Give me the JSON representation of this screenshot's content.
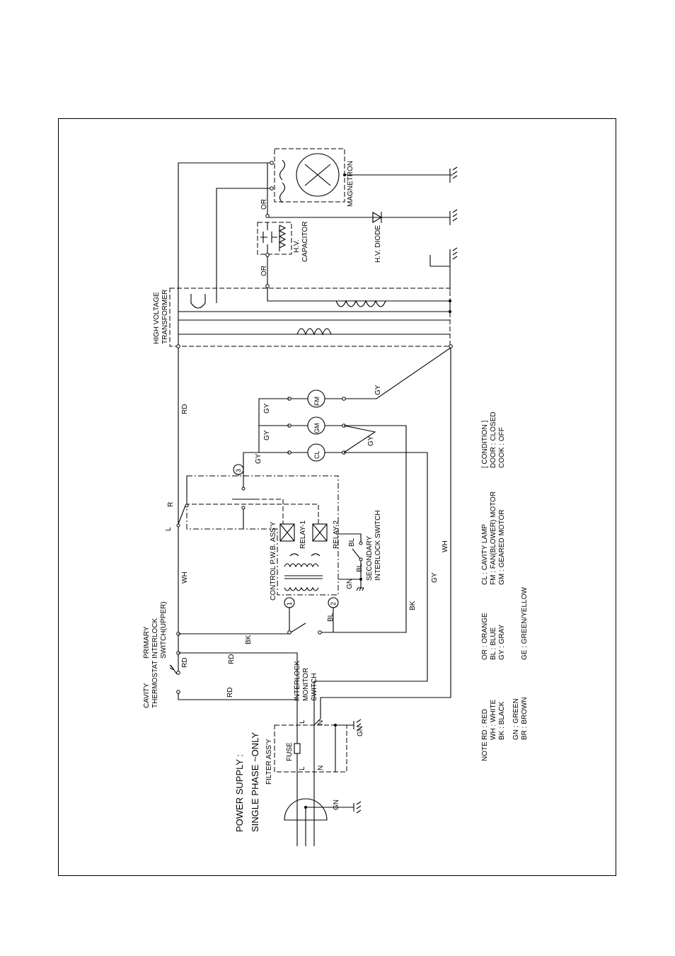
{
  "labels": {
    "magnetron": "MAGNETRON",
    "hv_capacitor_1": "H.V.",
    "hv_capacitor_2": "CAPACITOR",
    "hv_diode": "H.V. DIODE",
    "hv_transformer_1": "HIGH VOLTAGE",
    "hv_transformer_2": "TRANSFORMER",
    "control_pwb": "CONTROL P.W.B. ASS'Y",
    "relay1": "RELAY-1",
    "relay2": "RELAY-2",
    "secondary_switch_1": "SECONDARY",
    "secondary_switch_2": "INTERLOCK SWITCH",
    "monitor_switch_1": "INTERLOCK",
    "monitor_switch_2": "MONITOR",
    "monitor_switch_3": "SWITCH",
    "primary_switch_1": "PRIMARY",
    "primary_switch_2": "INTERLOCK",
    "primary_switch_3": "SWITCH(UPPER)",
    "cavity_thermostat_1": "CAVITY",
    "cavity_thermostat_2": "THERMOSTAT",
    "filter_assy": "FILTER ASS'Y",
    "fuse": "FUSE",
    "power_supply_1": "POWER SUPPLY :",
    "power_supply_2": "SINGLE PHASE  ~ONLY",
    "lamp": "CL",
    "geared_motor": "GM",
    "fan_motor": "FM",
    "term_l": "L",
    "term_n": "N",
    "term_r": "R",
    "node1": "1",
    "node2": "2",
    "node3": "3"
  },
  "wire_codes": {
    "or": "OR",
    "rd": "RD",
    "wh": "WH",
    "bk": "BK",
    "gy": "GY",
    "bl": "BL",
    "gn": "GN"
  },
  "legend": {
    "note_prefix": "NOTE :",
    "colors": [
      "RD : RED",
      "WH : WHITE",
      "BK : BLACK",
      "GN : GREEN",
      "BR : BROWN",
      "OR : ORANGE",
      "BL : BLUE",
      "GY : GRAY",
      "GE : GREEN/YELLOW"
    ],
    "components": [
      "CL : CAVITY LAMP",
      "FM : FAN(BLOWER) MOTOR",
      "GM : GEARED MOTOR"
    ],
    "condition": [
      "[ CONDITION ]",
      "DOOR : CLOSED",
      "COOK : OFF"
    ]
  }
}
